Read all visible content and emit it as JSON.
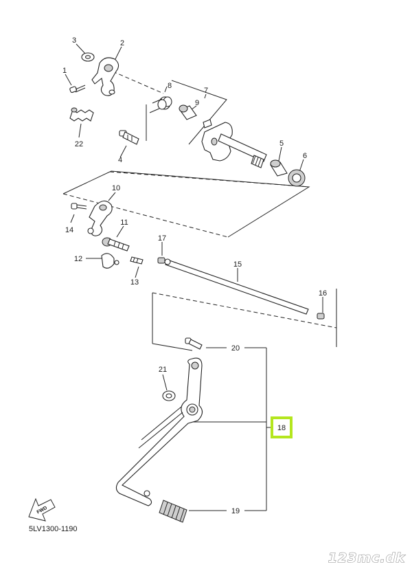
{
  "diagram": {
    "drawing_code": "5LV1300-1190",
    "watermark": "123mc.dk",
    "forward_label": "FWD",
    "highlight_color": "#b4e61e",
    "highlighted_part": "18",
    "callouts": [
      "1",
      "2",
      "3",
      "4",
      "5",
      "6",
      "7",
      "8",
      "9",
      "10",
      "11",
      "12",
      "13",
      "14",
      "15",
      "16",
      "17",
      "18",
      "19",
      "20",
      "21",
      "22"
    ]
  }
}
